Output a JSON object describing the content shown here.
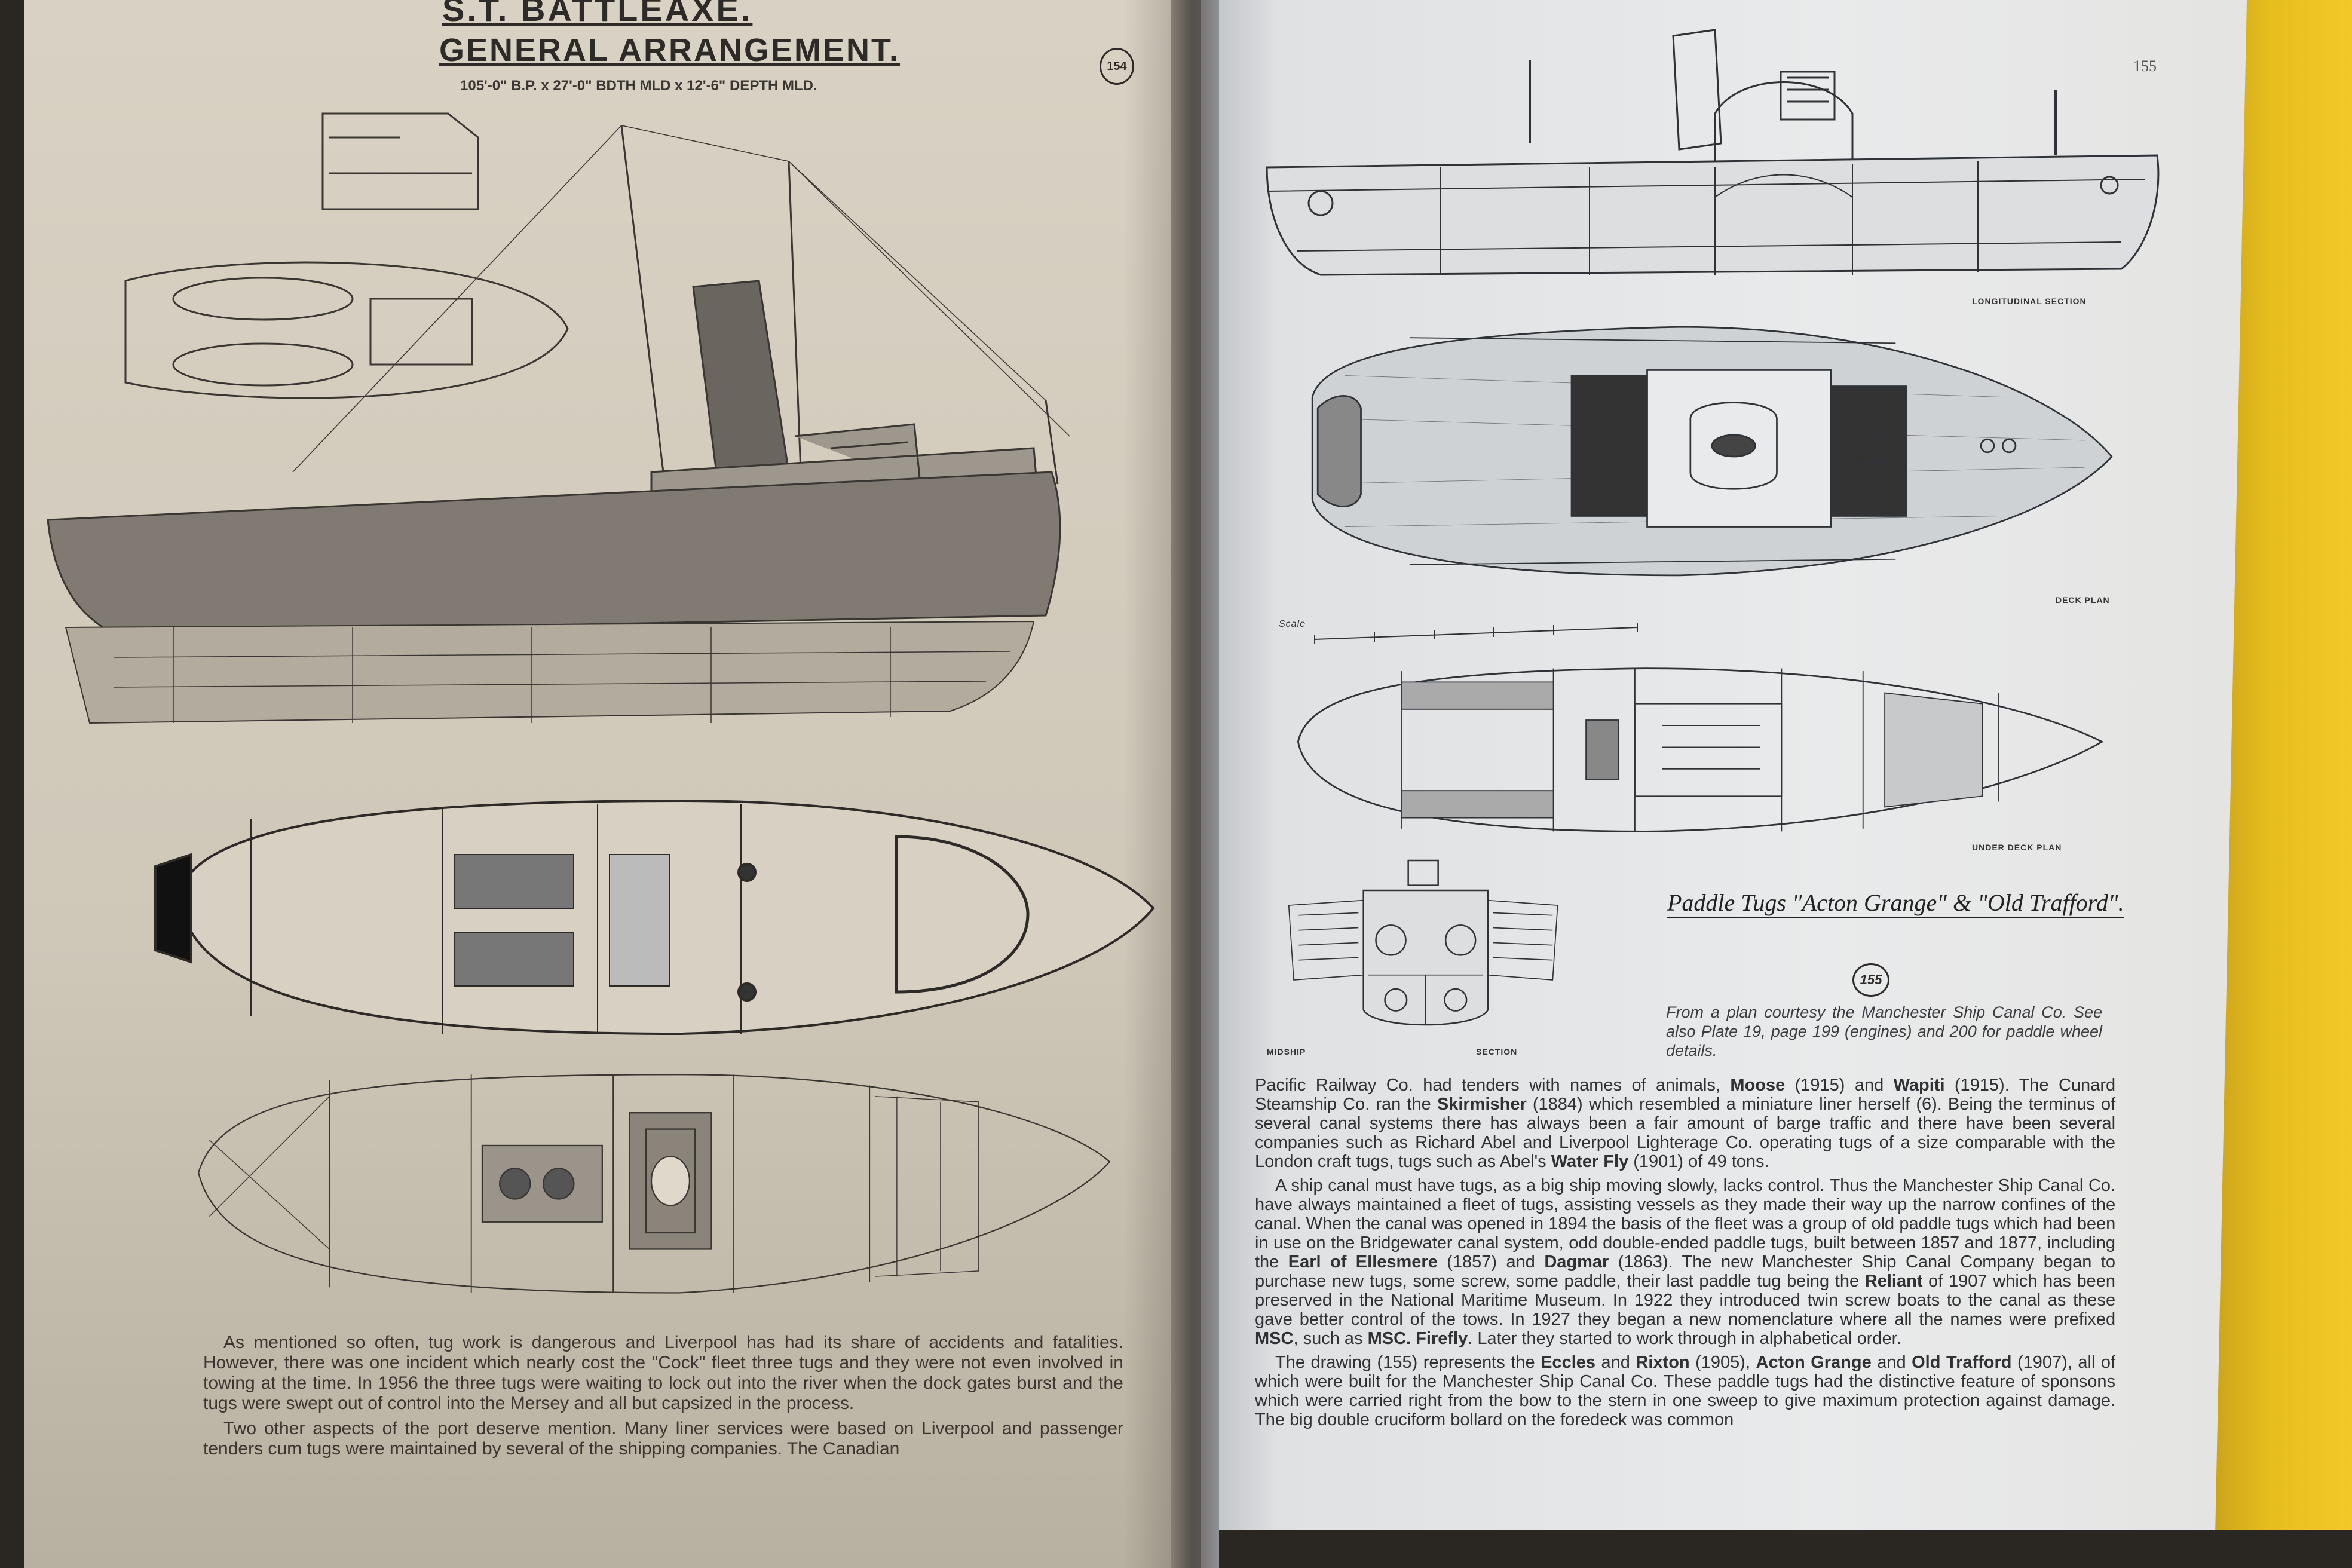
{
  "left_page": {
    "title": "S.T. BATTLEAXE.",
    "subtitle": "GENERAL ARRANGEMENT.",
    "dimensions": "105'-0\" B.P. x 27'-0\" BDTH MLD x 12'-6\" DEPTH MLD.",
    "figure_number": "154",
    "paragraphs": [
      [
        {
          "t": "As mentioned so often, tug work is dangerous and Liverpool has had its share of accidents and fatalities. However, there was one incident which nearly cost the \"Cock\" fleet three tugs and they were not even involved in towing at the time. In 1956 the three tugs were waiting to lock out into the river when the dock gates burst and the tugs were swept out of control into the Mersey and all but capsized in the process."
        }
      ],
      [
        {
          "t": "Two other aspects of the port deserve mention. Many liner services were based on Liverpool and passenger tenders cum tugs were maintained by several of the shipping companies. The Canadian"
        }
      ]
    ]
  },
  "right_page": {
    "page_number": "155",
    "drawing_labels": {
      "longitudinal": "LONGITUDINAL SECTION",
      "deck": "DECK PLAN",
      "under_deck": "UNDER DECK PLAN",
      "midship": "MIDSHIP",
      "section": "SECTION",
      "scale": "Scale"
    },
    "caption": {
      "title": "Paddle Tugs \"Acton Grange\" & \"Old Trafford\".",
      "figure_number": "155",
      "text": "From a plan courtesy the Manchester Ship Canal Co. See also Plate 19, page 199 (engines) and 200 for paddle wheel details."
    },
    "paragraphs": [
      [
        {
          "t": "Pacific Railway Co. had tenders with names of animals, "
        },
        {
          "t": "Moose",
          "b": true
        },
        {
          "t": " (1915) and "
        },
        {
          "t": "Wapiti",
          "b": true
        },
        {
          "t": " (1915). The Cunard Steamship Co. ran the "
        },
        {
          "t": "Skirmisher",
          "b": true
        },
        {
          "t": " (1884) which resembled a miniature liner herself (6). Being the terminus of several canal systems there has always been a fair amount of barge traffic and there have been several companies such as Richard Abel and Liverpool Lighterage Co. operating tugs of a size comparable with the London craft tugs, tugs such as Abel's "
        },
        {
          "t": "Water Fly",
          "b": true
        },
        {
          "t": " (1901) of 49 tons."
        }
      ],
      [
        {
          "t": "A ship canal must have tugs, as a big ship moving slowly, lacks control. Thus the Manchester Ship Canal Co. have always maintained a fleet of tugs, assisting vessels as they made their way up the narrow confines of the canal. When the canal was opened in 1894 the basis of the fleet was a group of old paddle tugs which had been in use on the Bridgewater canal system, odd double-ended paddle tugs, built between 1857 and 1877, including the "
        },
        {
          "t": "Earl of Ellesmere",
          "b": true
        },
        {
          "t": " (1857) and "
        },
        {
          "t": "Dagmar",
          "b": true
        },
        {
          "t": " (1863). The new Manchester Ship Canal Company began to purchase new tugs, some screw, some paddle, their last paddle tug being the "
        },
        {
          "t": "Reliant",
          "b": true
        },
        {
          "t": " of 1907 which has been preserved in the National Maritime Museum. In 1922 they introduced twin screw boats to the canal as these gave better control of the tows. In 1927 they began a new nomenclature where all the names were prefixed "
        },
        {
          "t": "MSC",
          "b": true
        },
        {
          "t": ", such as "
        },
        {
          "t": "MSC. Firefly",
          "b": true
        },
        {
          "t": ". Later they started to work through in alphabetical order."
        }
      ],
      [
        {
          "t": "The drawing (155) represents the "
        },
        {
          "t": "Eccles",
          "b": true
        },
        {
          "t": " and "
        },
        {
          "t": "Rixton",
          "b": true
        },
        {
          "t": " (1905), "
        },
        {
          "t": "Acton Grange",
          "b": true
        },
        {
          "t": " and "
        },
        {
          "t": "Old Trafford",
          "b": true
        },
        {
          "t": " (1907), all of which were built for the Manchester Ship Canal Co. These paddle tugs had the distinctive feature of sponsons which were carried right from the bow to the stern in one sweep to give maximum protection against damage. The big double cruciform bollard on the foredeck was common"
        }
      ]
    ]
  },
  "colors": {
    "left_page": "#d4ccbe",
    "right_page": "#e6e7e8",
    "cover": "#e6bd1e",
    "ink": "#2d2a27"
  }
}
